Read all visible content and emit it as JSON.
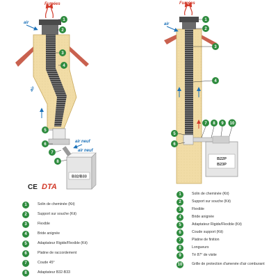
{
  "left_diagram": {
    "smoke_label": "Fumées",
    "air_label": "air",
    "air_neuf_label": "air neuf",
    "appliance_label": "B32/B33",
    "markers": [
      "1",
      "2",
      "3",
      "4",
      "5",
      "6",
      "7",
      "8"
    ]
  },
  "right_diagram": {
    "smoke_label": "Fumées",
    "air_label": "air",
    "appliance_label_1": "B22P",
    "appliance_label_2": "B23P",
    "markers": [
      "1",
      "2",
      "3",
      "4",
      "5",
      "6",
      "7",
      "8",
      "9",
      "10"
    ]
  },
  "certification": {
    "ce": "CE",
    "dta": "DTA"
  },
  "legend_left": [
    {
      "num": "1",
      "text": "Solin de cheminée (Kit)"
    },
    {
      "num": "2",
      "text": "Support sur souche (Kit)"
    },
    {
      "num": "3",
      "text": "Flexible"
    },
    {
      "num": "4",
      "text": "Bride anignée"
    },
    {
      "num": "5",
      "text": "Adaptateur Rigide/Flexible (Kit)"
    },
    {
      "num": "6",
      "text": "Platine de raccordement"
    },
    {
      "num": "7",
      "text": "Coude 45°"
    },
    {
      "num": "8",
      "text": "Adaptateur B32-B33"
    }
  ],
  "legend_right": [
    {
      "num": "1",
      "text": "Solin de cheminée (Kit)"
    },
    {
      "num": "2",
      "text": "Support sur souche (Kit)"
    },
    {
      "num": "3",
      "text": "Flexible"
    },
    {
      "num": "4",
      "text": "Bride anignée"
    },
    {
      "num": "5",
      "text": "Adaptateur Rigide/Flexible (Kit)"
    },
    {
      "num": "6",
      "text": "Coude support (Kit)"
    },
    {
      "num": "7",
      "text": "Platine de finition"
    },
    {
      "num": "8",
      "text": "Longueurs"
    },
    {
      "num": "9",
      "text": "Té 87° de visite"
    },
    {
      "num": "10",
      "text": "Grille de protection d'amenée d'air comburant"
    }
  ]
}
